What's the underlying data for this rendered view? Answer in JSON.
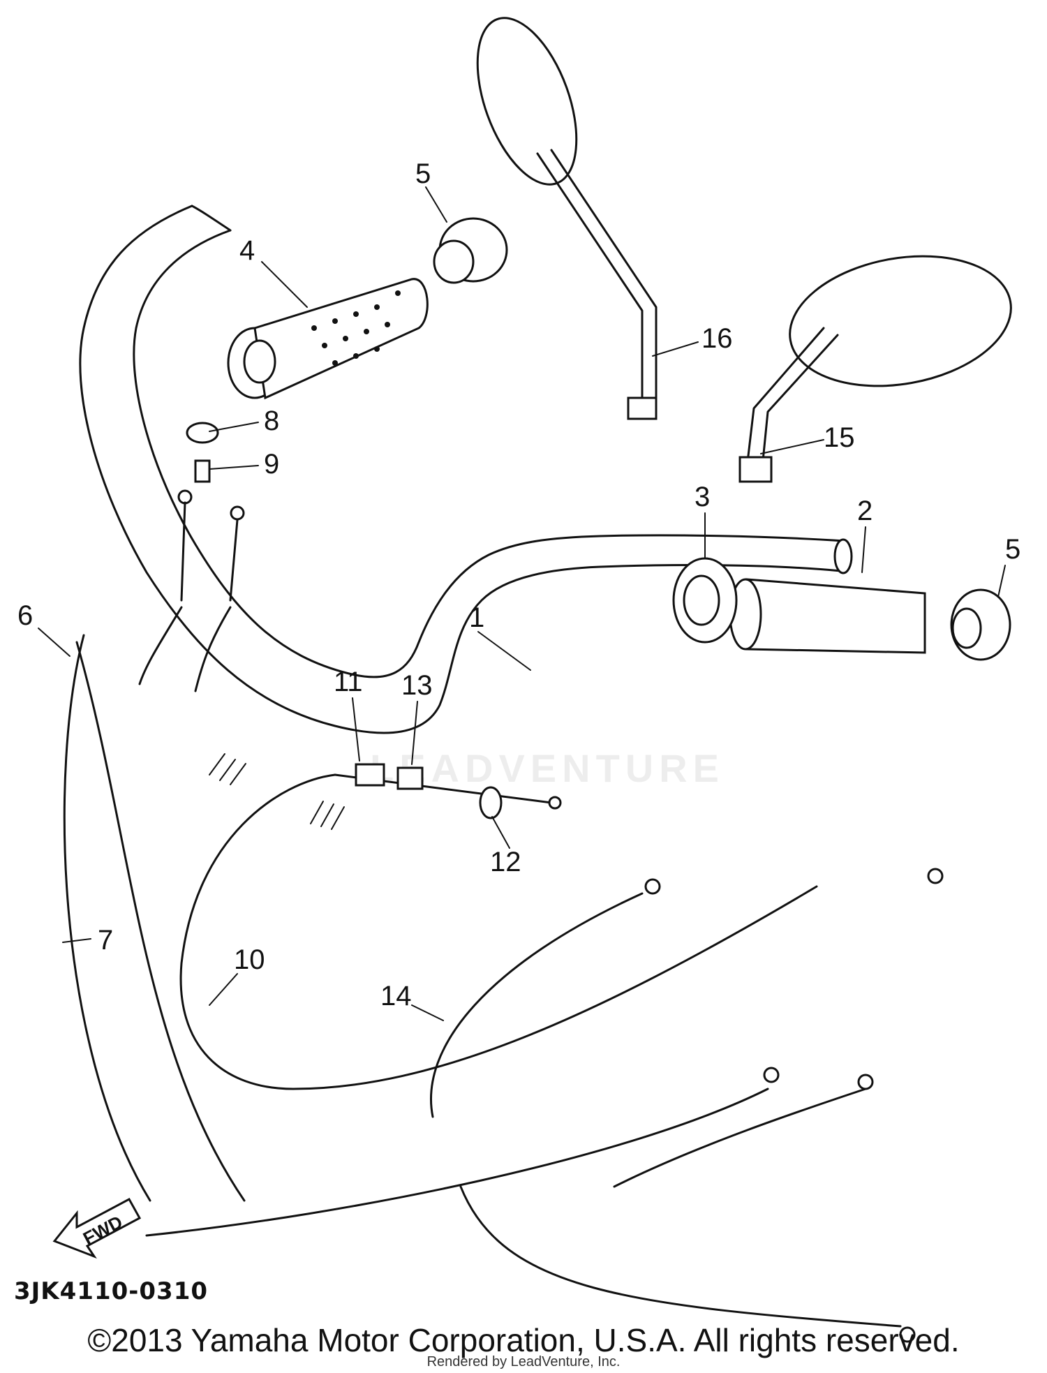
{
  "diagram": {
    "part_numbers": [
      "1",
      "2",
      "3",
      "4",
      "5",
      "5",
      "6",
      "7",
      "8",
      "9",
      "10",
      "11",
      "12",
      "13",
      "14",
      "15",
      "16"
    ],
    "direction_label": "FWD",
    "diagram_code": "3JK4110-0310",
    "watermark": "LEADVENTURE"
  },
  "footer": {
    "copyright": "©2013 Yamaha Motor Corporation, U.S.A. All rights reserved.",
    "rendered_by": "Rendered by LeadVenture, Inc."
  }
}
